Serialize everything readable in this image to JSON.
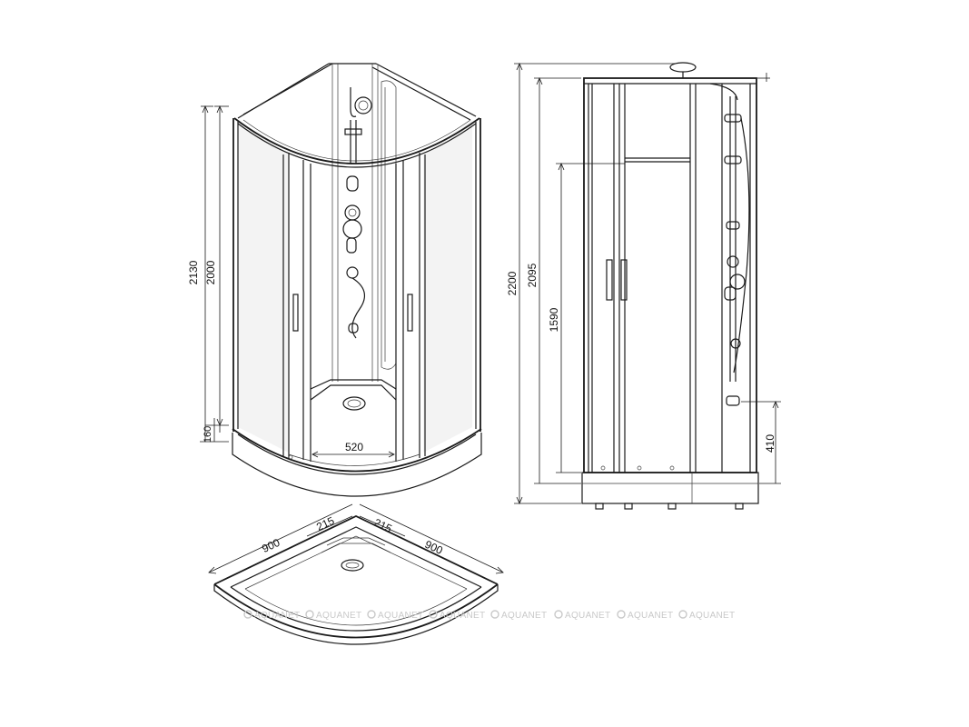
{
  "dimensions": {
    "front_total_height": "2130",
    "front_cabin_height": "2000",
    "front_tray_height": "160",
    "front_door_width": "520",
    "side_total_height": "2200",
    "side_cabin_height": "2095",
    "side_rail_height": "1590",
    "side_spout_height": "410",
    "tray_depth_left": "900",
    "tray_depth_right": "900",
    "tray_front_left": "215",
    "tray_front_right": "215"
  },
  "watermark": {
    "text": "AQUANET",
    "copies": [
      "AQUANET",
      "AQUANET",
      "AQUANET",
      "AQUANET",
      "AQUANET",
      "AQUANET",
      "AQUANET"
    ],
    "color": "#c9c9c9"
  }
}
